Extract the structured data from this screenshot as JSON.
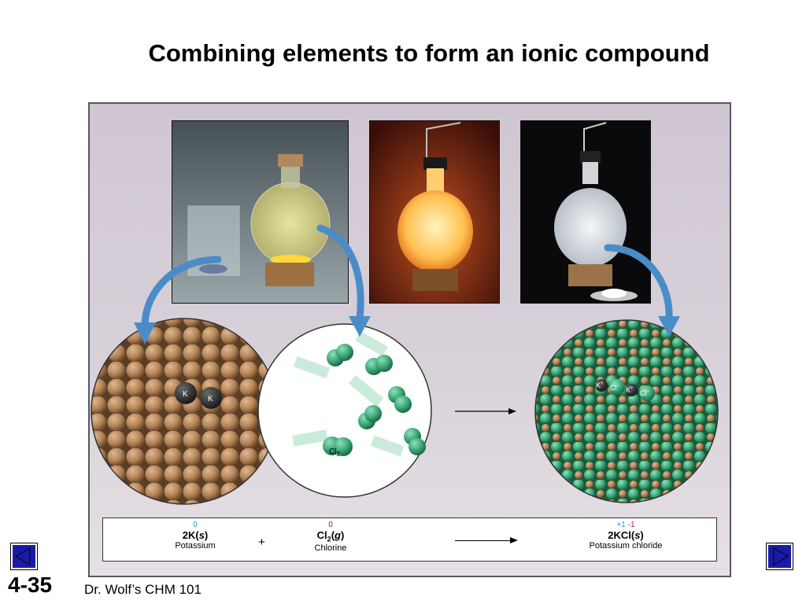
{
  "title": "Combining elements to form an ionic compound",
  "labels": {
    "k_atom": "K",
    "cl2_main": "Cl",
    "cl2_sub": "2",
    "k_ion": "K",
    "k_ion_charge": "+",
    "cl_ion": "Cl",
    "cl_ion_charge": "−"
  },
  "equation": {
    "reactant1": {
      "oxidation": "0",
      "formula_main": "2K(",
      "formula_state": "s",
      "formula_close": ")",
      "name": "Potassium"
    },
    "plus": "+",
    "reactant2": {
      "oxidation": "0",
      "formula_main": "Cl",
      "formula_sub": "2",
      "formula_paren": "(",
      "formula_state": "g",
      "formula_close": ")",
      "name": "Chlorine"
    },
    "product": {
      "oxidation_pos": "+1",
      "oxidation_neg": "-1",
      "formula_main": "2KCl(",
      "formula_state": "s",
      "formula_close": ")",
      "name": "Potassium chloride"
    }
  },
  "colors": {
    "oxidation_zero_reactant1": "#1aa0c8",
    "oxidation_zero_reactant2": "#8a1a4a",
    "ox_pos": "#1aa0c8",
    "ox_neg": "#b01a5a",
    "potassium": "#b88a5e",
    "chlorine": "#3aa878",
    "arrow": "#4a8cc8"
  },
  "footer": {
    "slide_number": "4-35",
    "course": "Dr. Wolf’s CHM 101"
  },
  "nav": {
    "prev_icon": "triangle-left-icon",
    "next_icon": "triangle-right-icon"
  }
}
